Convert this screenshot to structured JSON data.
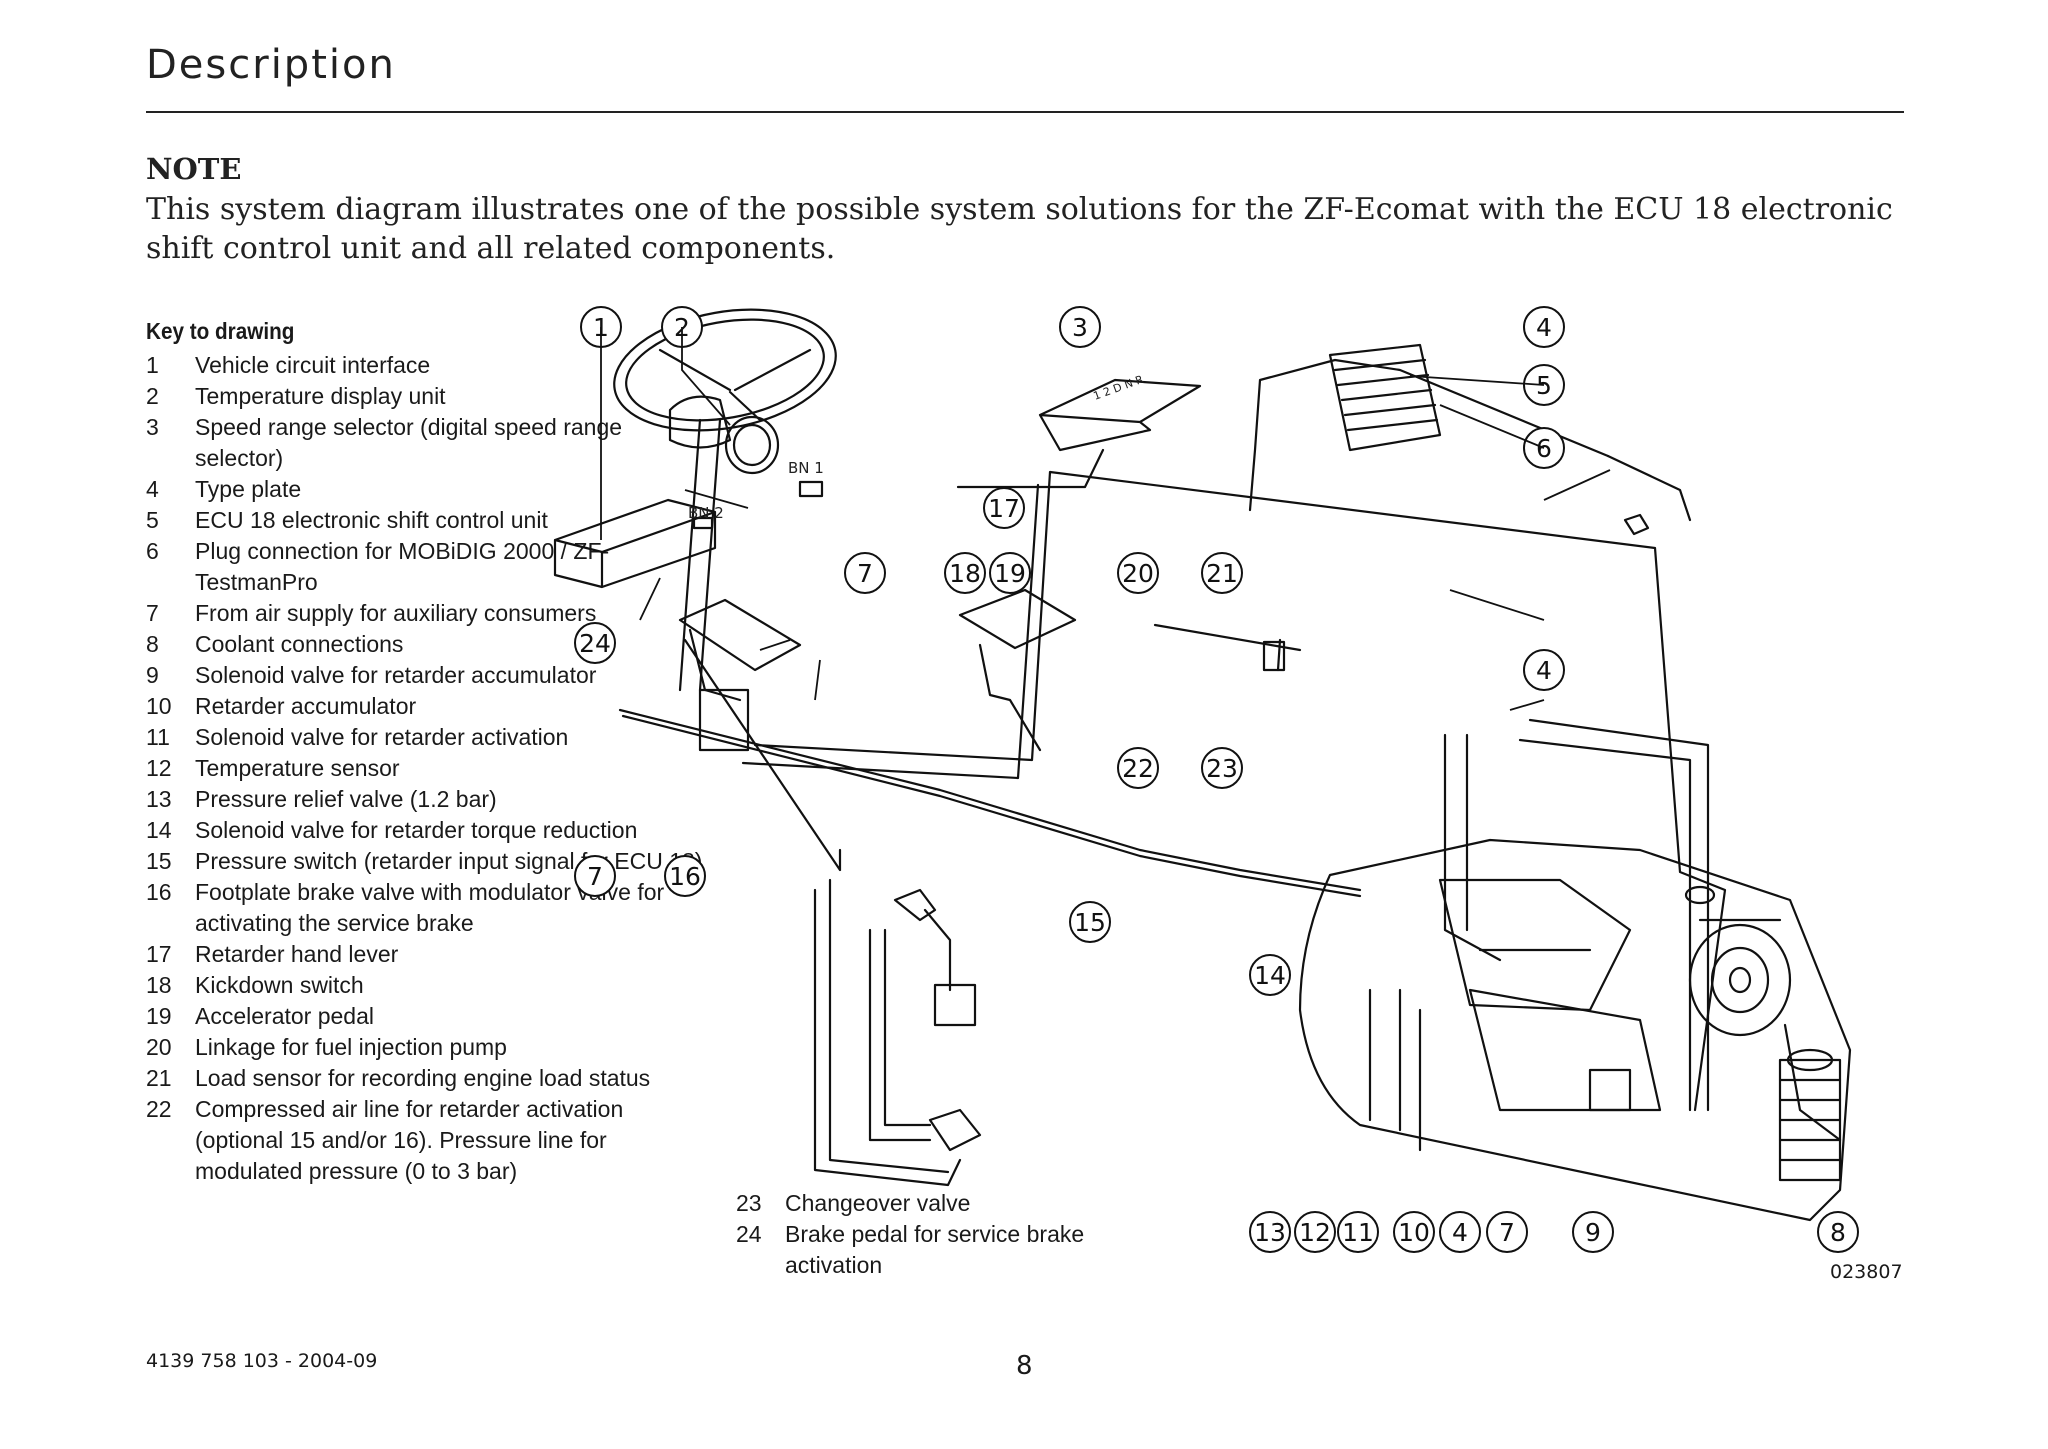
{
  "header": {
    "title": "Description"
  },
  "note": {
    "title": "NOTE",
    "text": "This system diagram illustrates one of the possible system solutions for the ZF-Ecomat with the ECU 18 electronic shift control unit and all related components."
  },
  "key": {
    "title": "Key to drawing",
    "items": [
      {
        "num": "1",
        "text": "Vehicle circuit interface"
      },
      {
        "num": "2",
        "text": "Temperature display unit"
      },
      {
        "num": "3",
        "text": "Speed range selector (digital speed range selector)"
      },
      {
        "num": "4",
        "text": "Type plate"
      },
      {
        "num": "5",
        "text": "ECU 18 electronic shift control unit"
      },
      {
        "num": "6",
        "text": "Plug connection for MOBiDIG 2000 / ZF-TestmanPro"
      },
      {
        "num": "7",
        "text": "From air supply for auxiliary consumers"
      },
      {
        "num": "8",
        "text": "Coolant connections"
      },
      {
        "num": "9",
        "text": "Solenoid valve for retarder accumulator"
      },
      {
        "num": "10",
        "text": "Retarder accumulator"
      },
      {
        "num": "11",
        "text": "Solenoid valve for retarder activation"
      },
      {
        "num": "12",
        "text": "Temperature sensor"
      },
      {
        "num": "13",
        "text": "Pressure relief valve (1.2 bar)"
      },
      {
        "num": "14",
        "text": "Solenoid valve for retarder torque reduction"
      },
      {
        "num": "15",
        "text": "Pressure switch (retarder input signal for ECU 18)"
      },
      {
        "num": "16",
        "text": "Footplate brake valve with modulator valve for activating the service brake"
      },
      {
        "num": "17",
        "text": "Retarder hand lever"
      },
      {
        "num": "18",
        "text": "Kickdown switch"
      },
      {
        "num": "19",
        "text": "Accelerator pedal"
      },
      {
        "num": "20",
        "text": "Linkage for fuel injection pump"
      },
      {
        "num": "21",
        "text": "Load sensor for recording engine load status"
      },
      {
        "num": "22",
        "text": "Compressed air line for retarder activation (optional 15 and/or 16). Pressure line for modulated pressure (0 to 3 bar)"
      }
    ],
    "items2": [
      {
        "num": "23",
        "text": "Changeover valve"
      },
      {
        "num": "24",
        "text": "Brake pedal for service brake activation"
      }
    ]
  },
  "diagram": {
    "bn1": "BN 1",
    "bn2": "BN 2",
    "display_digits": "1 2 D N R",
    "callouts": [
      "1",
      "2",
      "3",
      "4",
      "5",
      "6",
      "17",
      "7",
      "18",
      "19",
      "20",
      "21",
      "24",
      "4",
      "22",
      "23",
      "7",
      "16",
      "15",
      "14",
      "13",
      "12",
      "11",
      "10",
      "4",
      "7",
      "9",
      "8"
    ],
    "figure_id": "023807"
  },
  "footer": {
    "doc_code": "4139 758 103 - 2004-09",
    "page_number": "8"
  }
}
